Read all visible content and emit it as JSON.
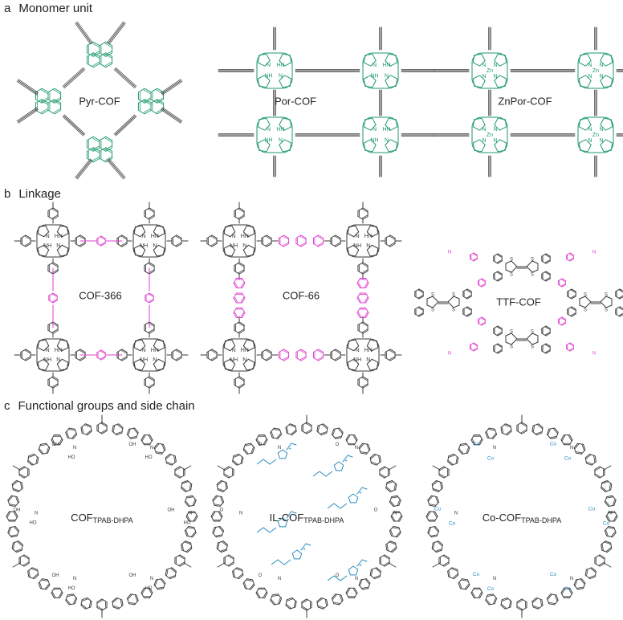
{
  "colors": {
    "bond": "#3a3a3a",
    "green": "#1f9a6a",
    "magenta": "#e040d0",
    "blue": "#2a8bc0"
  },
  "panels": [
    {
      "letter": "a",
      "title": "Monomer unit",
      "structures": [
        {
          "label": "Pyr-COF"
        },
        {
          "label": "Por-COF"
        },
        {
          "label": "ZnPor-COF"
        }
      ]
    },
    {
      "letter": "b",
      "title": "Linkage",
      "structures": [
        {
          "label": "COF-366"
        },
        {
          "label": "COF-66"
        },
        {
          "label": "TTF-COF"
        }
      ]
    },
    {
      "letter": "c",
      "title": "Functional groups and side chain",
      "structures": [
        {
          "label": "COF",
          "sub": "TPAB-DHPA"
        },
        {
          "label": "IL-COF",
          "sub": "TPAB-DHPA"
        },
        {
          "label": "Co-COF",
          "sub": "TPAB-DHPA"
        }
      ]
    }
  ],
  "atoms": {
    "nh": "NH",
    "hn": "HN",
    "n": "N",
    "zn": "Zn",
    "oh": "OH",
    "ho": "HO",
    "co": "Co",
    "o": "O",
    "s": "S",
    "plus": "+"
  }
}
